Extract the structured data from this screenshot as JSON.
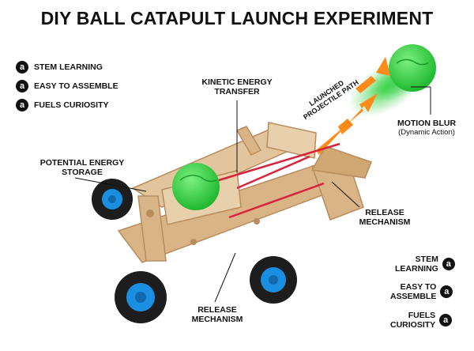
{
  "title": "DIY BALL CATAPULT LAUNCH EXPERIMENT",
  "badge_glyph": "a",
  "features_left": [
    {
      "label": "STEM LEARNING"
    },
    {
      "label": "EASY TO ASSEMBLE"
    },
    {
      "label": "FUELS CURIOSITY"
    }
  ],
  "features_right": [
    {
      "line1": "STEM",
      "line2": "LEARNING"
    },
    {
      "line1": "EASY TO",
      "line2": "ASSEMBLE"
    },
    {
      "line1": "FUELS",
      "line2": "CURIOSITY"
    }
  ],
  "callouts": {
    "kinetic": {
      "line1": "KINETIC ENERGY",
      "line2": "TRANSFER"
    },
    "launched": {
      "line1": "LAUNCHED",
      "line2": "PROJECTILE PATH"
    },
    "motion": {
      "line1": "MOTION BLUR",
      "sub": "(Dynamic Action)"
    },
    "potential": {
      "line1": "POTENTIAL ENERGY",
      "line2": "STORAGE"
    },
    "release_right": {
      "line1": "RELEASE",
      "line2": "MECHANISM"
    },
    "release_bottom": {
      "line1": "RELEASE",
      "line2": "MECHANISM"
    }
  },
  "colors": {
    "ball": "#2fd13f",
    "wood": "#d9b487",
    "wood_dark": "#b88d5e",
    "rubber_band": "#d8233b",
    "tire": "#1d1d1d",
    "hub": "#1a8ee0",
    "arrow": "#ff8a1a"
  }
}
